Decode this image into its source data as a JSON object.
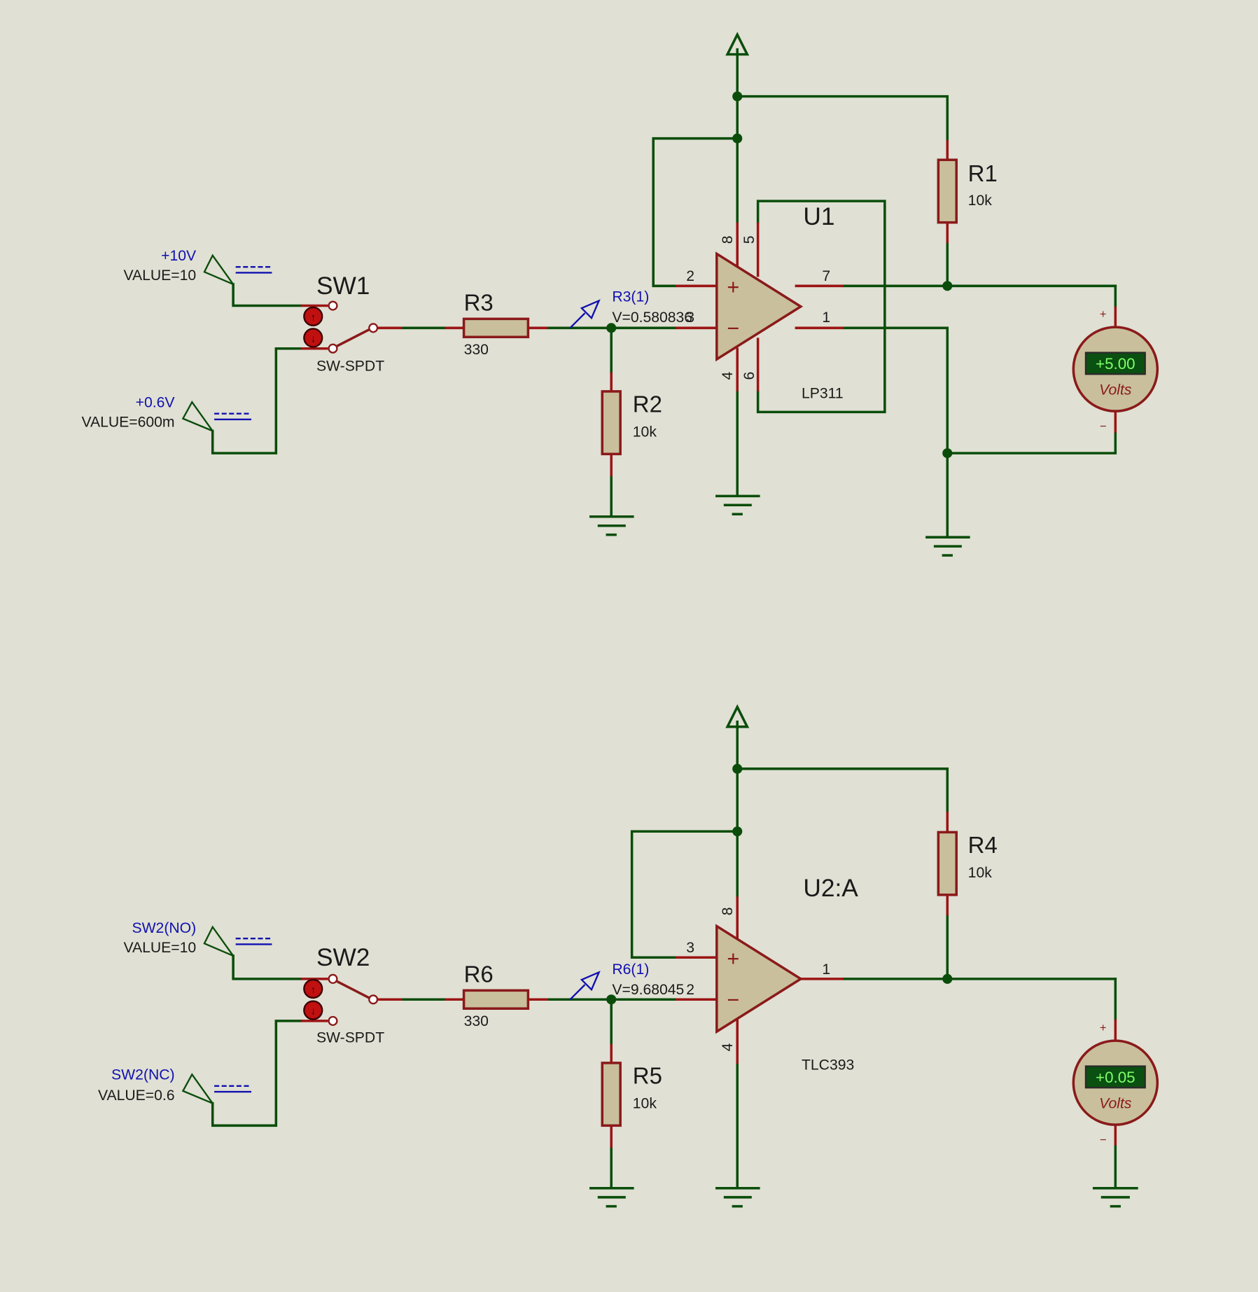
{
  "circuit_top": {
    "source_hi": {
      "name": "+10V",
      "value": "VALUE=10"
    },
    "source_lo": {
      "name": "+0.6V",
      "value": "VALUE=600m"
    },
    "switch": {
      "ref": "SW1",
      "type": "SW-SPDT"
    },
    "r_series": {
      "ref": "R3",
      "value": "330"
    },
    "r_ground": {
      "ref": "R2",
      "value": "10k"
    },
    "r_pullup": {
      "ref": "R1",
      "value": "10k"
    },
    "probe": {
      "name": "R3(1)",
      "reading": "V=0.580836"
    },
    "ic": {
      "ref": "U1",
      "part": "LP311",
      "pins": {
        "p2": "2",
        "p3": "3",
        "p7": "7",
        "p1": "1",
        "p8": "8",
        "p5": "5",
        "p4": "4",
        "p6": "6"
      }
    },
    "voltmeter": {
      "reading": "+5.00",
      "unit": "Volts",
      "plus": "+",
      "minus": "−"
    }
  },
  "circuit_bottom": {
    "source_hi": {
      "name": "SW2(NO)",
      "value": "VALUE=10"
    },
    "source_lo": {
      "name": "SW2(NC)",
      "value": "VALUE=0.6"
    },
    "switch": {
      "ref": "SW2",
      "type": "SW-SPDT"
    },
    "r_series": {
      "ref": "R6",
      "value": "330"
    },
    "r_ground": {
      "ref": "R5",
      "value": "10k"
    },
    "r_pullup": {
      "ref": "R4",
      "value": "10k"
    },
    "probe": {
      "name": "R6(1)",
      "reading": "V=9.68045"
    },
    "ic": {
      "ref": "U2:A",
      "part": "TLC393",
      "pins": {
        "p3": "3",
        "p2": "2",
        "p1": "1",
        "p8": "8",
        "p4": "4"
      }
    },
    "voltmeter": {
      "reading": "+0.05",
      "unit": "Volts",
      "plus": "+",
      "minus": "−"
    }
  },
  "colors": {
    "background": "#e0e0d4",
    "wire": "#0a4d0a",
    "pin": "#9c1414",
    "component_fill": "#c9bf9c",
    "label_blue": "#1010b0",
    "lcd_green": "#7dff6a"
  }
}
